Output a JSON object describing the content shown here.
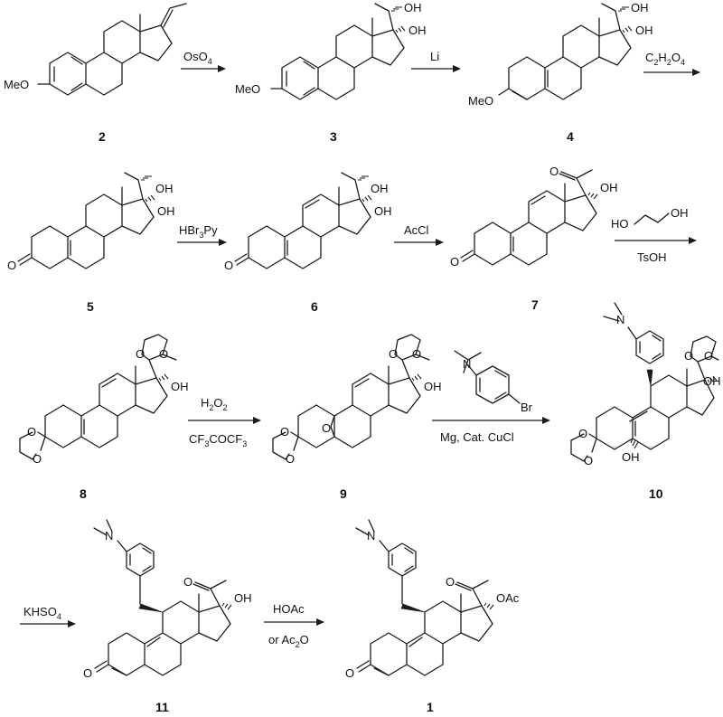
{
  "compounds": {
    "c2": {
      "number": "2",
      "groups": {
        "ome": "MeO"
      }
    },
    "c3": {
      "number": "3",
      "groups": {
        "ome": "MeO",
        "oh_a": "OH",
        "oh_b": "OH"
      }
    },
    "c4": {
      "number": "4",
      "groups": {
        "ome": "MeO",
        "oh_a": "OH",
        "oh_b": "OH"
      }
    },
    "c5": {
      "number": "5",
      "groups": {
        "o3": "O",
        "oh_a": "OH",
        "oh_b": "OH"
      }
    },
    "c6": {
      "number": "6",
      "groups": {
        "o3": "O",
        "oh_a": "OH",
        "oh_b": "OH"
      }
    },
    "c7": {
      "number": "7",
      "groups": {
        "o3": "O",
        "o20": "O",
        "oh": "OH"
      }
    },
    "c8": {
      "number": "8",
      "groups": {
        "ket_o1": "O",
        "ket_o2": "O",
        "o_a": "O",
        "o_b": "O",
        "oh": "OH"
      }
    },
    "c9": {
      "number": "9",
      "groups": {
        "ket_o1": "O",
        "ket_o2": "O",
        "o_a": "O",
        "o_b": "O",
        "oh": "OH",
        "epox": "O"
      }
    },
    "c10": {
      "number": "10",
      "groups": {
        "n": "N",
        "ket_o1": "O",
        "ket_o2": "O",
        "o_a": "O",
        "o_b": "O",
        "oh": "OH",
        "oh5": "OH"
      }
    },
    "c11": {
      "number": "11",
      "groups": {
        "n": "N",
        "o3": "O",
        "o20": "O",
        "oh": "OH"
      }
    },
    "c1": {
      "number": "1",
      "groups": {
        "n": "N",
        "o3": "O",
        "o20": "O",
        "oac": "OAc"
      }
    }
  },
  "reagents": {
    "r1": {
      "main": "OsO",
      "sub": "4"
    },
    "r2": {
      "main": "Li"
    },
    "r3": {
      "c": "C",
      "s1": "2",
      "h": "H",
      "s2": "2",
      "o": "O",
      "s3": "4"
    },
    "r4": {
      "main": "HBr",
      "sub": "3",
      "tail": "Py"
    },
    "r5": {
      "main": "AcCl"
    },
    "r6": {
      "ho": "HO",
      "oh": "OH",
      "below": "TsOH"
    },
    "r7": {
      "h": "H",
      "s1": "2",
      "o": "O",
      "s2": "2",
      "cf": "CF",
      "s3": "3",
      "mid": "COCF",
      "s4": "3"
    },
    "r8": {
      "n": "N",
      "br": "Br",
      "below": "Mg, Cat. CuCl"
    },
    "r9": {
      "main": "KHSO",
      "sub": "4"
    },
    "r10": {
      "above": "HOAc",
      "or": "or Ac",
      "sub": "2",
      "o": "O"
    }
  }
}
